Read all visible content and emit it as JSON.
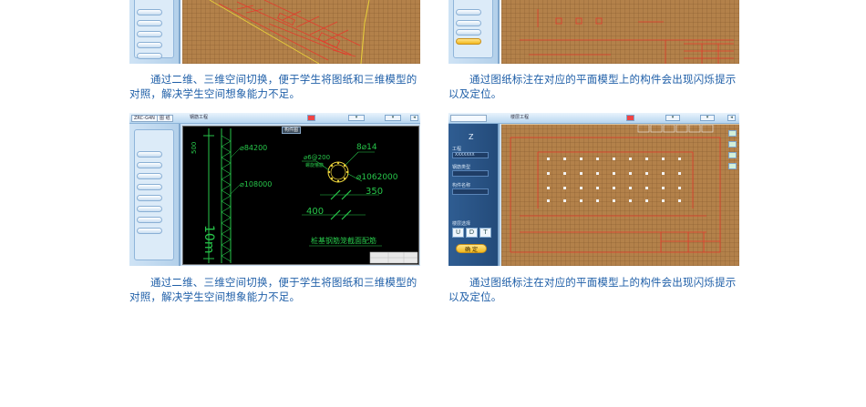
{
  "captions": {
    "top_left": "通过二维、三维空间切换，便于学生将图纸和三维模型的对照，解决学生空间想象能力不足。",
    "top_right": "通过图纸标注在对应的平面模型上的构件会出现闪烁提示以及定位。",
    "bottom_left": "通过二维、三维空间切换，便于学生将图纸和三维模型的对照，解决学生空间想象能力不足。",
    "bottom_right": "通过图纸标注在对应的平面模型上的构件会出现闪烁提示以及定位。"
  },
  "cad_drawing": {
    "toolbar_tabs": [
      "ZRC-G4N",
      "图  纸"
    ],
    "panel_header": "钢筋工程",
    "view_tab": "构件图",
    "dim_vertical": "500",
    "dim_height": "10m",
    "label_bar_top": "⌀84200",
    "label_bar_mid": "⌀108000",
    "label_stirrup": "⌀6@200",
    "label_stirrup_note": "螺旋箍筋",
    "label_main": "8⌀14",
    "label_dia": "⌀1062000",
    "dim_350": "350",
    "dim_400": "400",
    "caption_text": "桩基钢筋笼截面配筋"
  },
  "plan_view": {
    "panel_header": "楼层工程",
    "z_label": "Z",
    "field_1": "工程",
    "field_1_value": "XXXXXXX",
    "field_2": "钢筋类型",
    "field_3": "构件名称",
    "field_4": "楼层选择",
    "step_buttons": [
      "U",
      "D",
      "T"
    ],
    "confirm": "确 定"
  },
  "colors": {
    "caption": "#1f5fa8",
    "board": "#b3814a",
    "chrome": "#b8d6f0",
    "cad_bg": "#000000",
    "cad_green": "#27c64a",
    "cad_red": "#e43d2d",
    "cad_yellow": "#e9d13a"
  }
}
